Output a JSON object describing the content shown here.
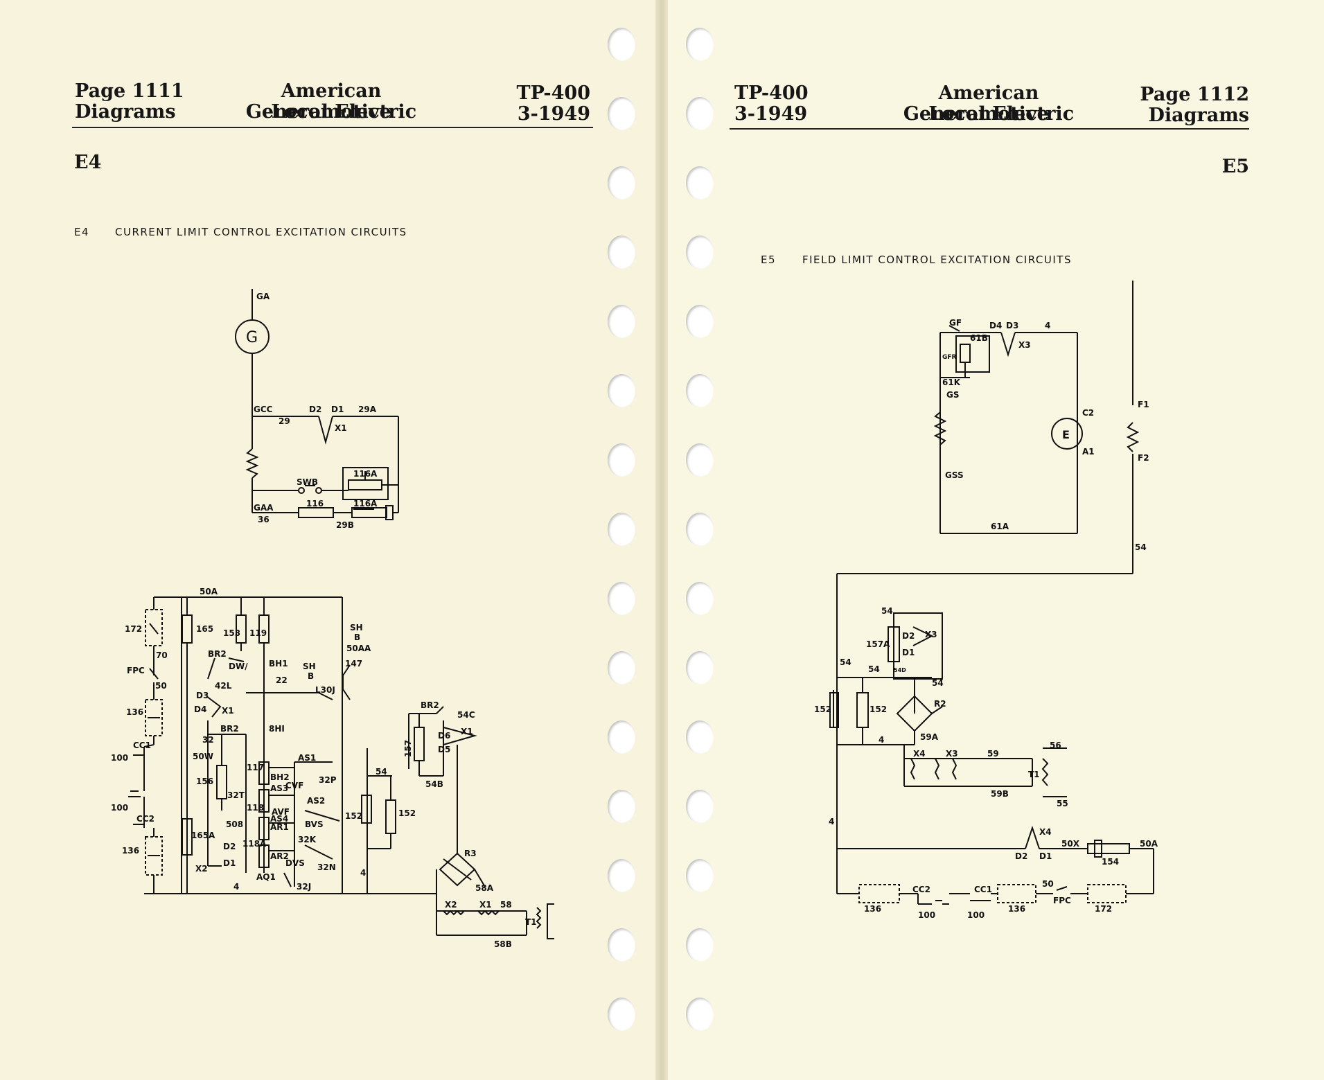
{
  "left": {
    "header_page": "Page 1111",
    "header_section": "Diagrams",
    "header_title1": "American Locomotive",
    "header_title2": "General Electric",
    "header_doc": "TP-400",
    "header_date": "3-1949",
    "section_code": "E4",
    "diagram_code": "E4",
    "diagram_title": "CURRENT LIMIT CONTROL EXCITATION CIRCUITS"
  },
  "right": {
    "header_doc": "TP-400",
    "header_date": "3-1949",
    "header_title1": "American Locomotive",
    "header_title2": "General Electric",
    "header_page": "Page 1112",
    "header_section": "Diagrams",
    "section_code": "E5",
    "diagram_code": "E5",
    "diagram_title": "FIELD LIMIT CONTROL EXCITATION CIRCUITS"
  },
  "e4_labels": {
    "ga": "GA",
    "g": "G",
    "gcc": "GCC",
    "w29": "29",
    "d2": "D2",
    "d1": "D1",
    "w29a": "29A",
    "x1": "X1",
    "swb": "SWB",
    "t116a": "116A",
    "gaa": "GAA",
    "w36": "36",
    "r116": "116",
    "b116a": "116A",
    "w29b": "29B",
    "w50a": "50A",
    "c172": "172",
    "r165": "165",
    "r153": "153",
    "r119": "119",
    "shb": "SH",
    "shb2": "B",
    "w50aa": "50AA",
    "w70": "70",
    "br2a": "BR2",
    "dw": "DW/",
    "bh1": "BH1",
    "w147": "147",
    "fpc": "FPC",
    "w50": "50",
    "w42l": "42L",
    "w22": "22",
    "sh2": "SH",
    "sh2b": "B",
    "w30j": "L30J",
    "d3": "D3",
    "d4": "D4",
    "x1b": "X1",
    "c136": "136",
    "br2b": "BR2",
    "bh1b": "8HI",
    "w32": "32",
    "cc1": "CC1",
    "w50w": "50W",
    "as1": "AS1",
    "w117": "117",
    "bh2": "BH2",
    "as3": "AS3",
    "cvf": "CVF",
    "w32p": "32P",
    "w156": "156",
    "w32t": "32T",
    "as2": "AS2",
    "w100a": "100",
    "w100b": "100",
    "cc2": "CC2",
    "w118": "118",
    "avf": "AVF",
    "as4": "AS4",
    "ar1": "AR1",
    "w508": "508",
    "bvs": "BVS",
    "w165a": "165A",
    "w118a": "118A",
    "w32k": "32K",
    "c136b": "136",
    "d2b": "D2",
    "ar2": "AR2",
    "dvs": "DVS",
    "x2": "X2",
    "d1b": "D1",
    "w32n": "32N",
    "aq1": "AQ1",
    "w4": "4",
    "w32j": "32J",
    "br2c": "BR2",
    "w54c": "54C",
    "w157": "157",
    "d6": "D6",
    "d5": "D5",
    "x1c": "X1",
    "w54": "54",
    "w54b": "54B",
    "r152a": "152",
    "r152b": "152",
    "w4b": "4",
    "r3": "R3",
    "w58a": "58A",
    "x2b": "X2",
    "x1d": "X1",
    "w58": "58",
    "t1": "T1",
    "w58b": "58B"
  },
  "e5_labels": {
    "gf": "GF",
    "d4": "D4",
    "d3": "D3",
    "w4": "4",
    "r61b": "61B",
    "x3": "X3",
    "gfr": "GFR",
    "w61k": "61K",
    "gs": "GS",
    "f1": "F1",
    "c2": "C2",
    "e": "E",
    "a1": "A1",
    "f2": "F2",
    "gss": "GSS",
    "w61a": "61A",
    "w54": "54",
    "w54b": "54",
    "r157a": "157A",
    "d2": "D2",
    "d1": "D1",
    "x3b": "X3",
    "w54c": "54",
    "w54d": "54",
    "w54e": "54D",
    "w54f": "54",
    "r152a": "152",
    "r152b": "152",
    "r2": "R2",
    "w4b": "4",
    "w59a": "59A",
    "x4": "X4",
    "x3c": "X3",
    "w59": "59",
    "w56": "56",
    "t1": "T1",
    "w59b": "59B",
    "w55": "55",
    "w4c": "4",
    "x4b": "X4",
    "w50x": "50X",
    "w50a": "50A",
    "d2b": "D2",
    "d1b": "D1",
    "r154": "154",
    "cc2": "CC2",
    "cc1": "CC1",
    "w50": "50",
    "c136a": "136",
    "w100a": "100",
    "w100b": "100",
    "c136b": "136",
    "fpc": "FPC",
    "c172": "172"
  }
}
